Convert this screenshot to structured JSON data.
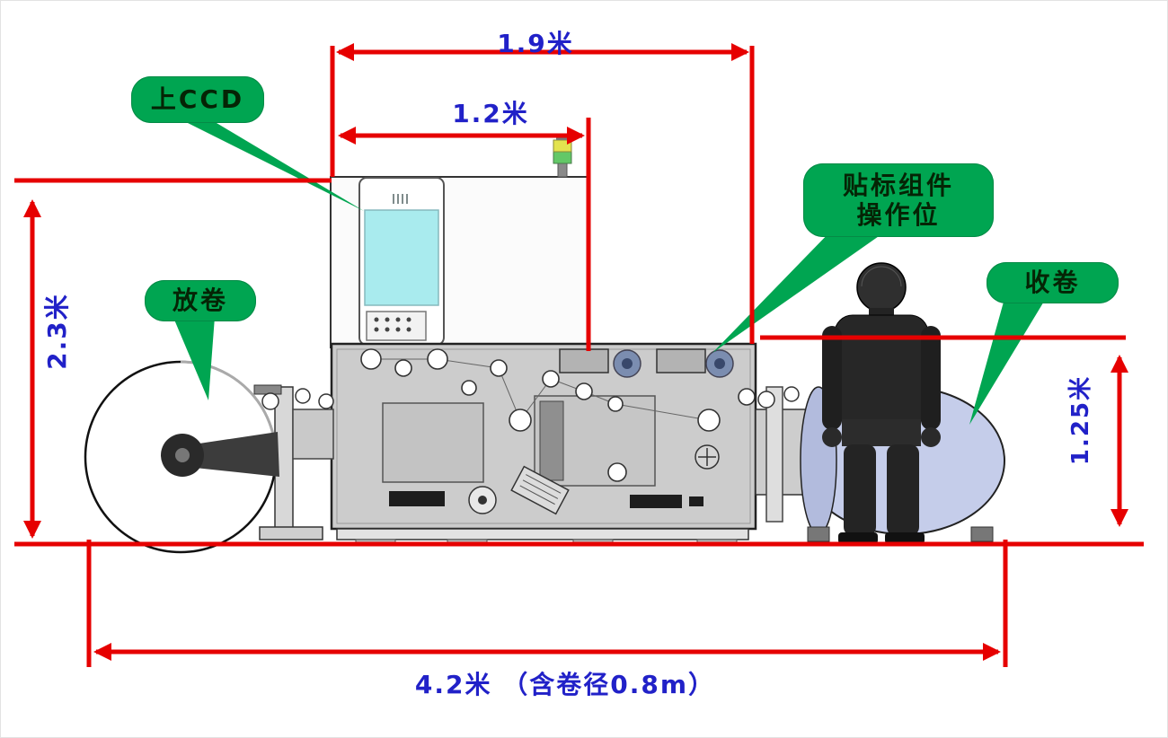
{
  "diagram": {
    "type": "machine-dimension-diagram",
    "subject": "labeling-machine-side-view",
    "dimensions": {
      "top_width": "1.9米",
      "upper_width": "1.2米",
      "left_height": "2.3米",
      "right_height": "1.25米",
      "bottom_width": "4.2米 （含卷径0.8m）"
    },
    "callouts": {
      "upper_ccd": "上CCD",
      "labeling_line1": "贴标组件",
      "labeling_line2": "操作位",
      "unwind": "放卷",
      "rewind": "收卷"
    },
    "colors": {
      "dimension_line": "#e60000",
      "dimension_text": "#2121c8",
      "callout_background": "#00a551",
      "callout_text": "#052405",
      "machine_body": "#cccccc",
      "ccd_screen": "#a9ebee",
      "rewind_roll": "#c5cdea"
    }
  }
}
